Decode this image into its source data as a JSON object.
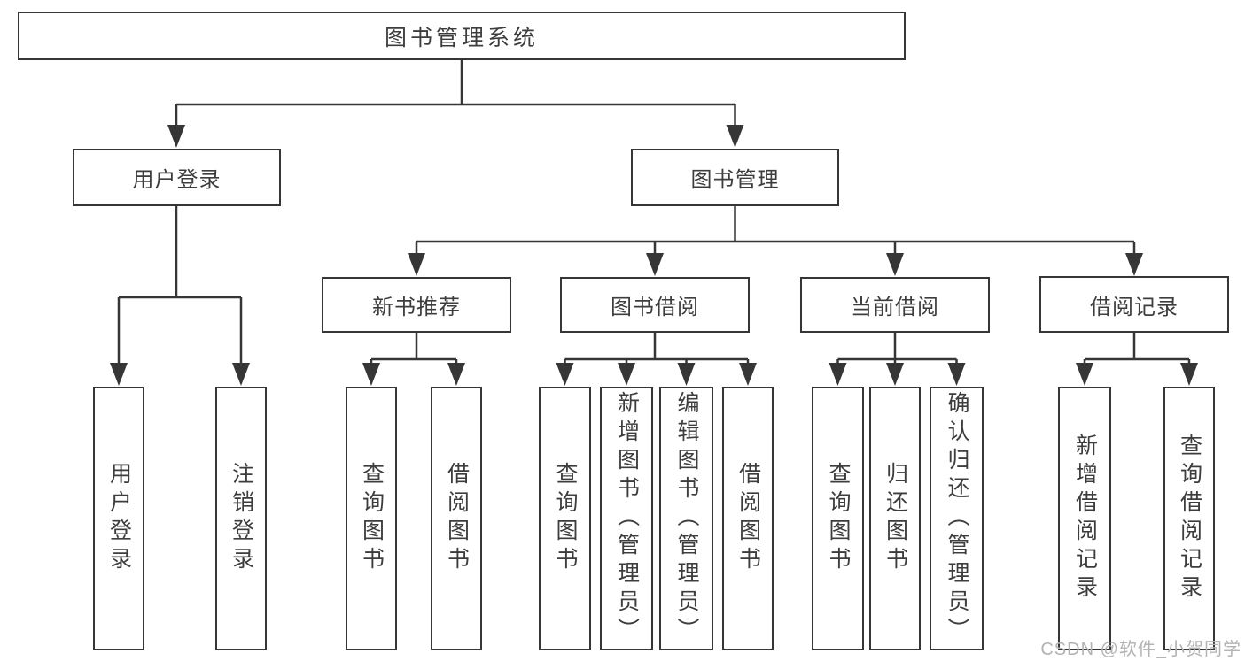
{
  "root": {
    "label": "图书管理系统"
  },
  "branches": [
    {
      "label": "用户登录",
      "children": [
        "用户登录",
        "注销登录"
      ]
    },
    {
      "label": "图书管理"
    }
  ],
  "modules": [
    {
      "label": "新书推荐",
      "children": [
        "查询图书",
        "借阅图书"
      ]
    },
    {
      "label": "图书借阅",
      "children": [
        "查询图书",
        "新增图书（管理员）",
        "编辑图书（管理员）",
        "借阅图书"
      ]
    },
    {
      "label": "当前借阅",
      "children": [
        "查询图书",
        "归还图书",
        "确认归还（管理员）"
      ]
    },
    {
      "label": "借阅记录",
      "children": [
        "新增借阅记录",
        "查询借阅记录"
      ]
    }
  ],
  "watermark": "CSDN @软件_小贺同学",
  "colors": {
    "line": "#363636",
    "box_border": "#363636",
    "box_fill": "#ffffff",
    "text": "#3d3d3d",
    "background": "#ffffff",
    "watermark": "#b3b3b3"
  }
}
